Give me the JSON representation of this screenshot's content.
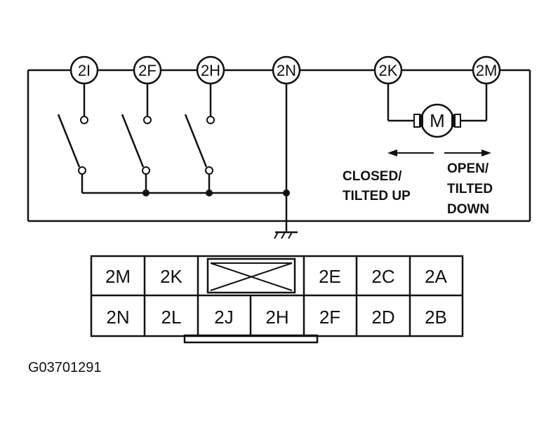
{
  "terminals": {
    "t2i": "2I",
    "t2f": "2F",
    "t2h": "2H",
    "t2n": "2N",
    "t2k": "2K",
    "t2m": "2M"
  },
  "motor": {
    "label": "M"
  },
  "direction": {
    "left_line1": "CLOSED/",
    "left_line2": "TILTED UP",
    "right_line1": "OPEN/",
    "right_line2": "TILTED",
    "right_line3": "DOWN"
  },
  "connector": {
    "row1": [
      "2M",
      "2K",
      "2E",
      "2C",
      "2A"
    ],
    "row2": [
      "2N",
      "2L",
      "2J",
      "2H",
      "2F",
      "2D",
      "2B"
    ]
  },
  "figure_code": "G03701291"
}
